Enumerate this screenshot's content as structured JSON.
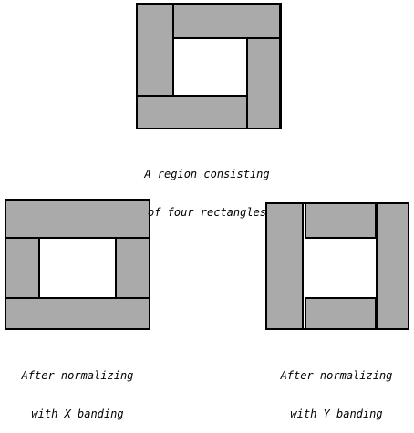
{
  "colors": {
    "rect_fill": "#aaaaaa",
    "stroke": "#000000",
    "background": "#ffffff"
  },
  "figures": [
    {
      "id": "original",
      "caption": [
        "A region consisting",
        "of four rectangles"
      ],
      "rect_count": 4
    },
    {
      "id": "x-banding",
      "caption": [
        "After normalizing",
        "with X banding"
      ],
      "rect_count": 4
    },
    {
      "id": "y-banding",
      "caption": [
        "After normalizing",
        "with Y banding"
      ],
      "rect_count": 4
    }
  ]
}
